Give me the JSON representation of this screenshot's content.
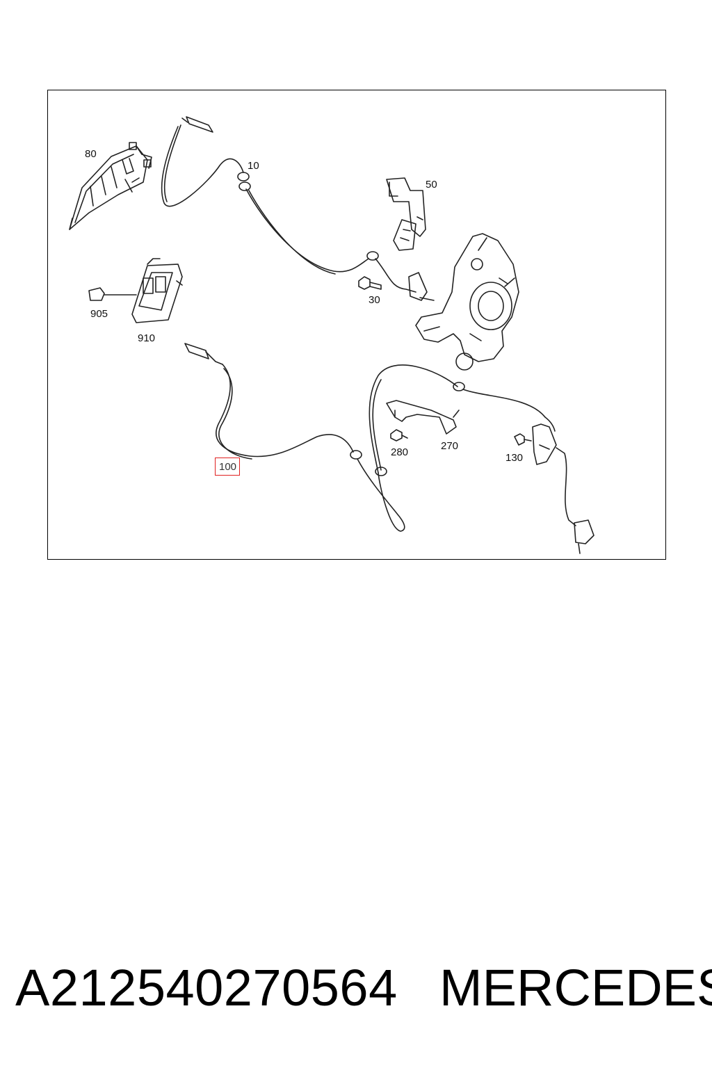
{
  "diagram": {
    "callouts": {
      "c80": "80",
      "c10": "10",
      "c50": "50",
      "c905": "905",
      "c910": "910",
      "c30": "30",
      "c100": "100",
      "c280": "280",
      "c270": "270",
      "c130": "130"
    },
    "highlighted_callout": "100",
    "highlight_color": "#e02020"
  },
  "footer": {
    "part_number": "A212540270564",
    "brand": "MERCEDES"
  }
}
